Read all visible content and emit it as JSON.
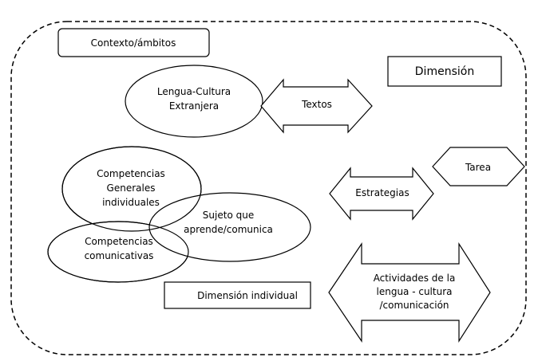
{
  "nodes": {
    "contexto": "Contexto/ámbitos",
    "dimension": "Dimensión",
    "lengua_cultura": [
      "Lengua-Cultura",
      "Extranjera"
    ],
    "textos": "Textos",
    "competencias_generales": [
      "Competencias",
      "Generales",
      "individuales"
    ],
    "tarea": "Tarea",
    "estrategias": "Estrategias",
    "sujeto": [
      "Sujeto que",
      "aprende/comunica"
    ],
    "competencias_comunicativas": [
      "Competencias",
      "comunicativas"
    ],
    "dimension_individual": "Dimensión individual",
    "actividades": [
      "Actividades de la",
      "lengua - cultura",
      "/comunicación"
    ]
  }
}
